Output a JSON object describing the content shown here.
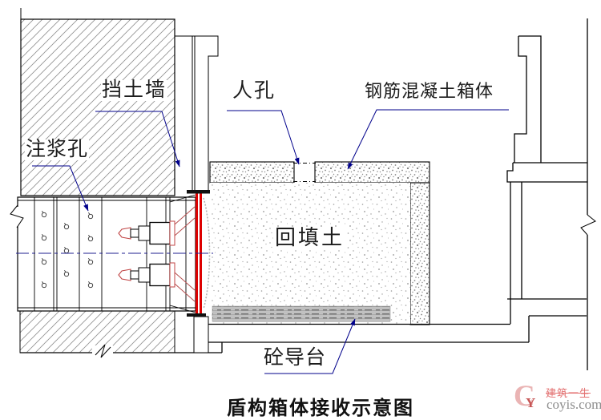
{
  "title": "盾构箱体接收示意图",
  "labels": {
    "retaining_wall": "挡土墙",
    "grouting_hole": "注浆孔",
    "manhole": "人孔",
    "rc_box": "钢筋混凝土箱体",
    "backfill": "回填土",
    "concrete_guide": "砼导台"
  },
  "watermark": {
    "logo_c": "C",
    "logo_y": "Y",
    "brand": "建筑一生",
    "site": "coyis.com"
  },
  "colors": {
    "line": "#000000",
    "leader_blue": "#00008b",
    "centerline_blue": "#1f1f8f",
    "seal_red": "#dd0000",
    "machine_red": "#b75050",
    "hatch_grey": "#8f8f8f",
    "stipple_grey": "#858585",
    "guide_grey": "#8f8f8f",
    "watermark_pink": "#e37272",
    "watermark_grey": "#8d8d8d"
  }
}
